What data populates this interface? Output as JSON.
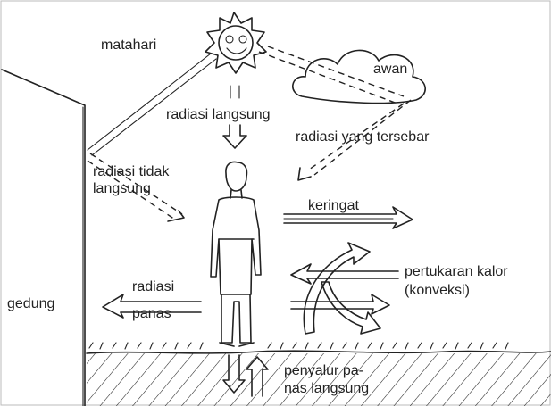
{
  "labels": {
    "sun": "matahari",
    "cloud": "awan",
    "direct_radiation": "radiasi langsung",
    "scattered_radiation": "radiasi yang tersebar",
    "indirect_radiation_line1": "radiasi tidak",
    "indirect_radiation_line2": "langsung",
    "sweat": "keringat",
    "heat_radiation_line1": "radiasi",
    "heat_radiation_line2": "panas",
    "building": "gedung",
    "convection_line1": "pertukaran kalor",
    "convection_line2": "(konveksi)",
    "conduction_line1": "penyalur pa-",
    "conduction_line2": "nas langsung"
  },
  "colors": {
    "ink": "#222222",
    "background": "#ffffff"
  }
}
